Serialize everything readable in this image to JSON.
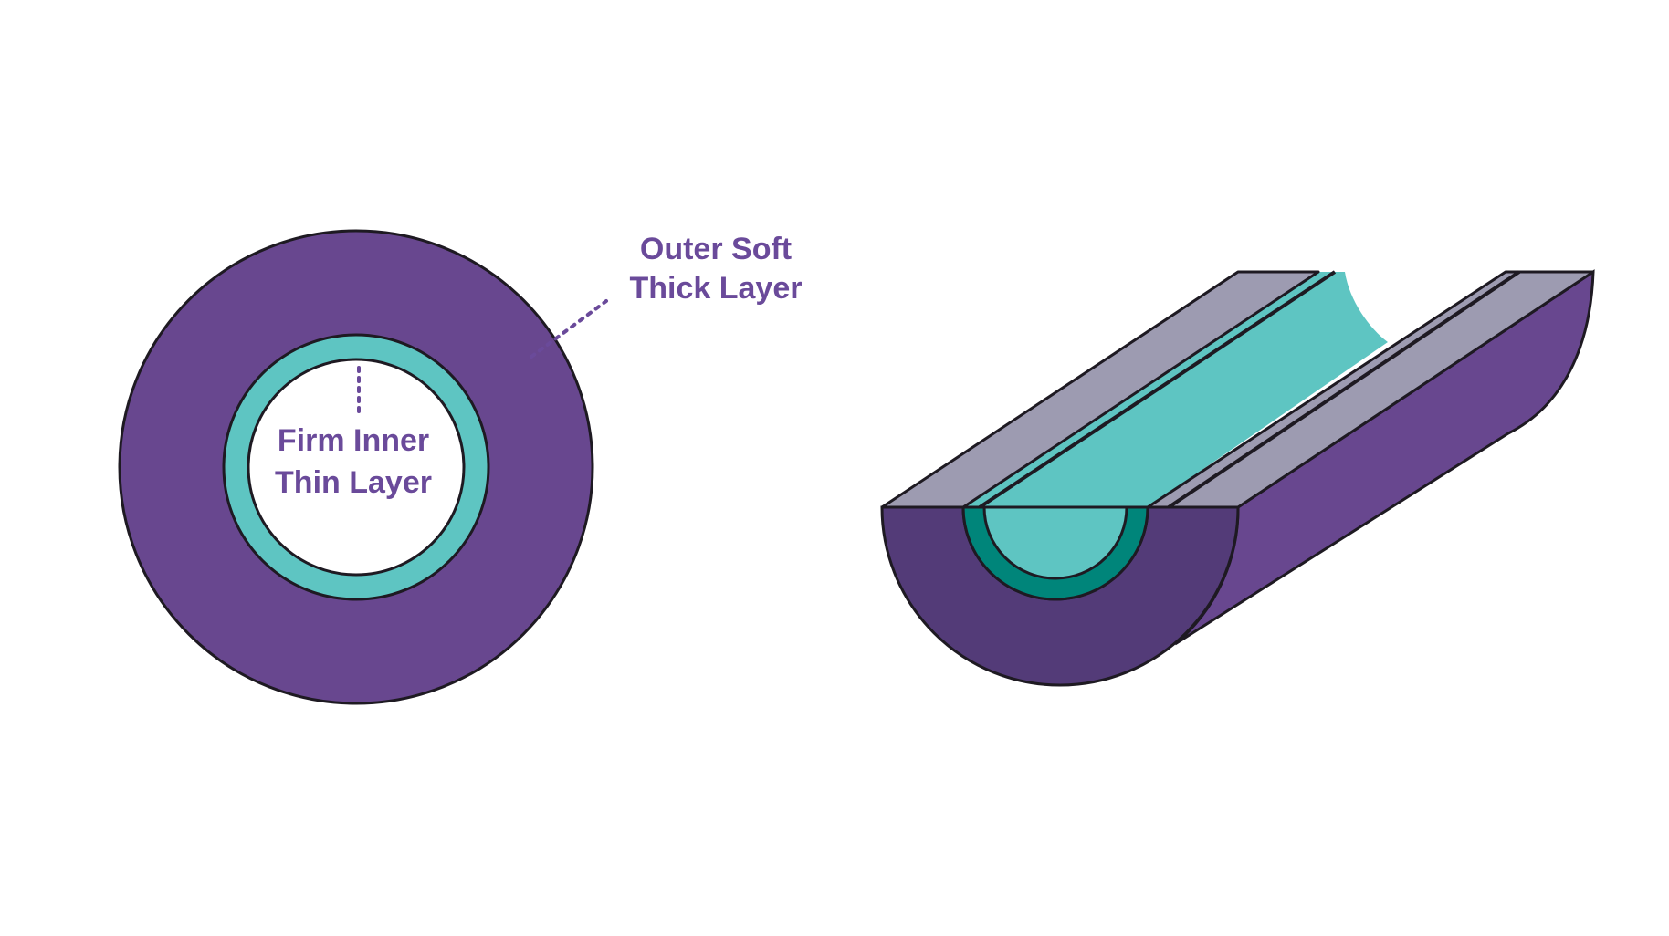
{
  "labels": {
    "outer_line1": "Outer Soft",
    "outer_line2": "Thick Layer",
    "inner_line1": "Firm Inner",
    "inner_line2": "Thin Layer"
  },
  "colors": {
    "label_text": "#6a4a9a",
    "outer_layer": "#68478f",
    "outer_layer_dark": "#533b78",
    "inner_layer": "#5ec5c2",
    "inner_layer_dark": "#00857a",
    "top_face": "#9d9bb1",
    "outline": "#1e1a22",
    "background": "#ffffff"
  }
}
